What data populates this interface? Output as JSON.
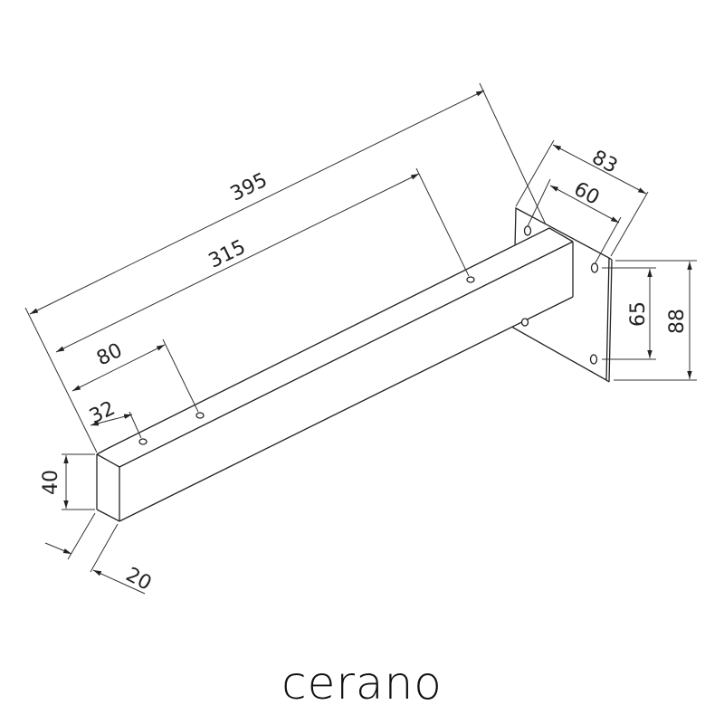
{
  "drawing": {
    "dimensions": {
      "total_length": "395",
      "hole_span": "315",
      "hole_2_offset": "80",
      "hole_1_offset": "32",
      "bar_height": "40",
      "bar_width": "20",
      "plate_width": "83",
      "plate_hole_spacing_h": "60",
      "plate_hole_spacing_v": "65",
      "plate_height": "88"
    }
  },
  "brand": {
    "logo": "cerano"
  }
}
